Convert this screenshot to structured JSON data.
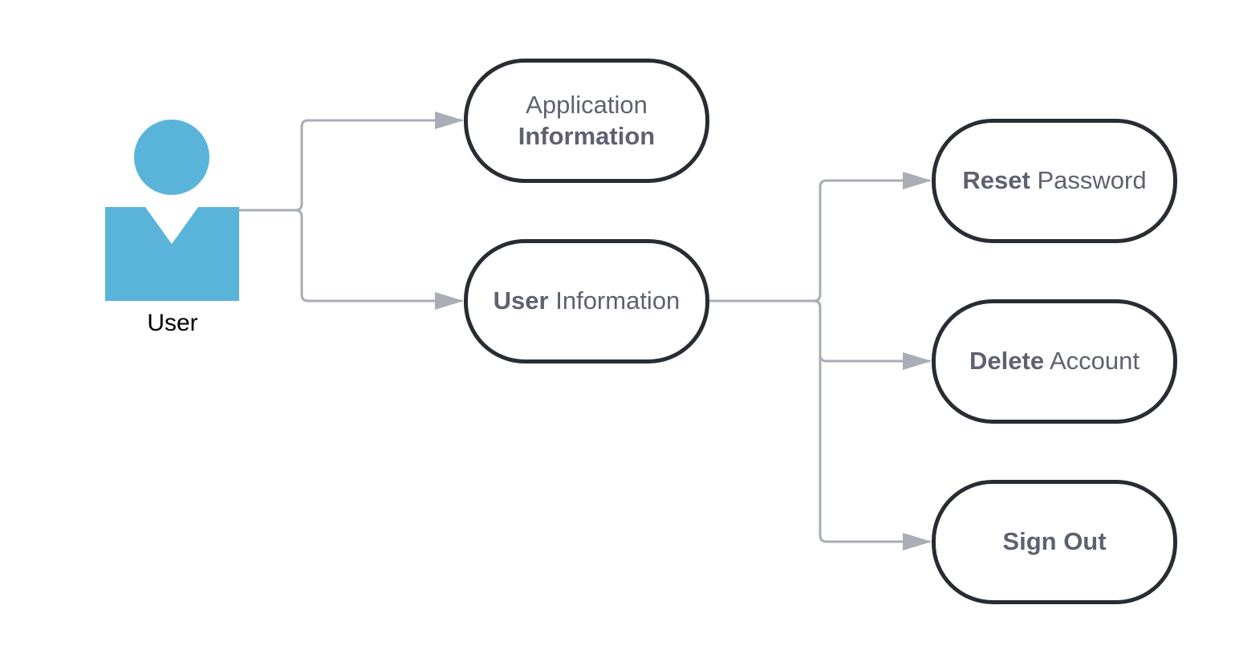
{
  "actor": {
    "label": "User",
    "icon": "person-icon",
    "color": "#5ab4da"
  },
  "colors": {
    "connector": "#a9adb5",
    "node_border": "#282c33",
    "node_text": "#5e6270"
  },
  "nodes": {
    "application_information": {
      "line1": "Application",
      "line2": "Information"
    },
    "user_information": {
      "bold": "User",
      "regular": " Information"
    },
    "reset_password": {
      "bold": "Reset",
      "regular": " Password"
    },
    "delete_account": {
      "bold": "Delete",
      "regular": " Account"
    },
    "sign_out": {
      "bold": "Sign Out"
    }
  }
}
